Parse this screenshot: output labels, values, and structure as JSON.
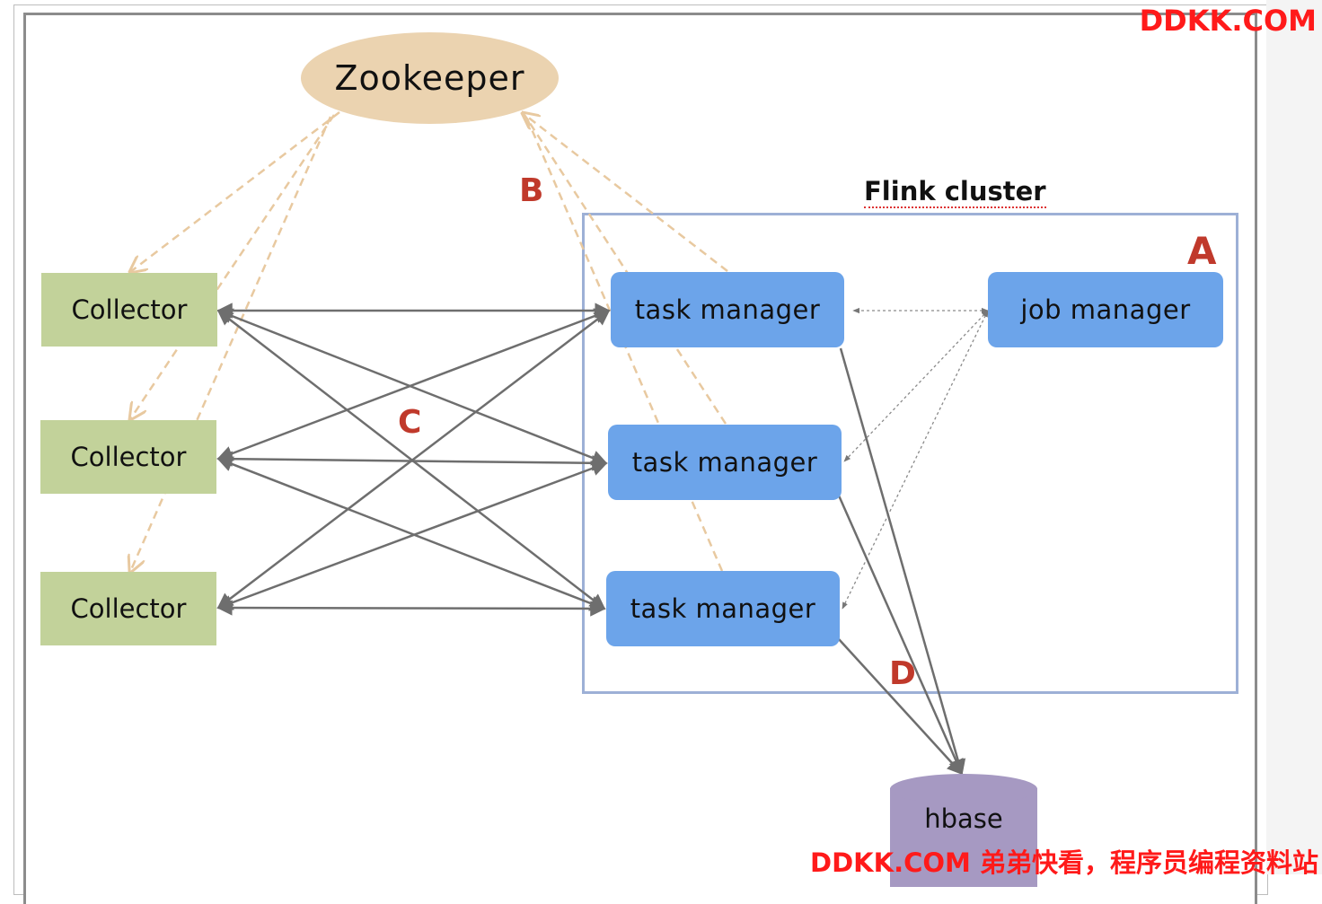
{
  "nodes": {
    "zookeeper": "Zookeeper",
    "collectors": [
      "Collector",
      "Collector",
      "Collector"
    ],
    "task_managers": [
      "task manager",
      "task manager",
      "task manager"
    ],
    "job_manager": "job manager",
    "hbase": "hbase"
  },
  "cluster": {
    "title": "Flink cluster"
  },
  "markers": {
    "a": "A",
    "b": "B",
    "c": "C",
    "d": "D"
  },
  "watermark": {
    "top": "DDKK.COM",
    "bottom": "DDKK.COM 弟弟快看，程序员编程资料站"
  },
  "colors": {
    "zookeeper": "#ebd3b0",
    "collector": "#c2d29a",
    "manager": "#6ca4ea",
    "hbase": "#a699c2",
    "cluster_border": "#9db0d6",
    "marker": "#c0392b",
    "watermark": "#ff1a1a"
  }
}
